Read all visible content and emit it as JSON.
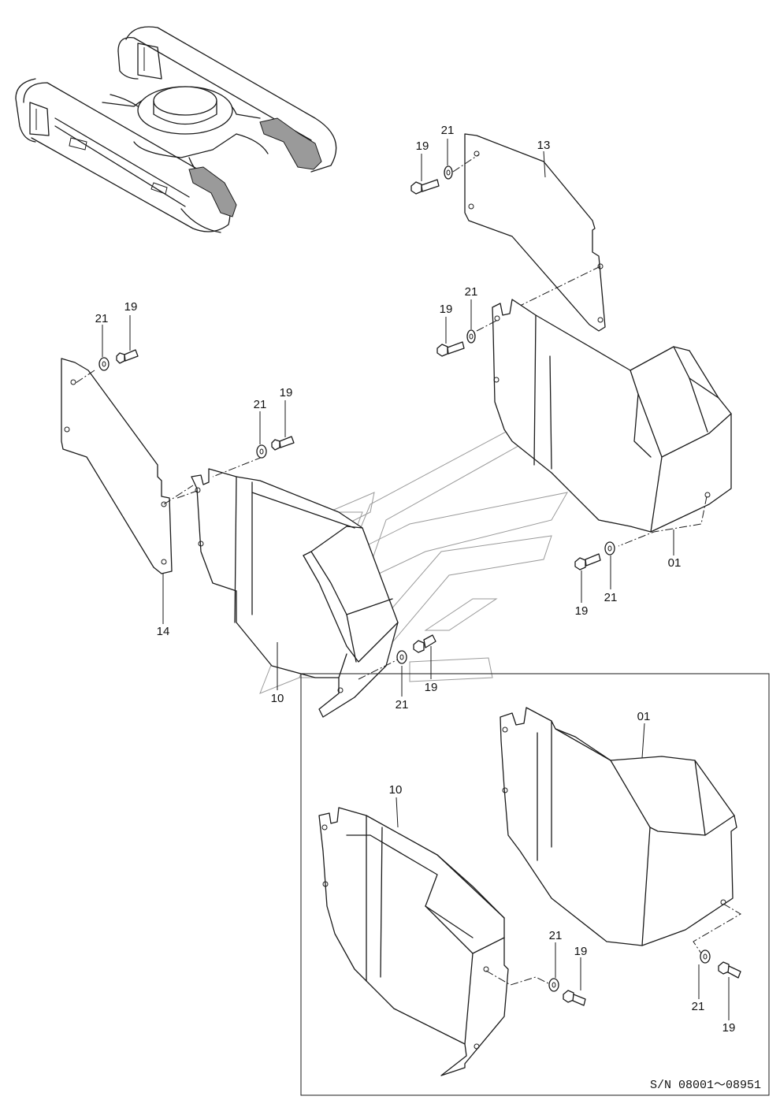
{
  "labels": {
    "p13": "13",
    "p19": "19",
    "p21": "21",
    "p14": "14",
    "p10": "10",
    "p01": "01"
  },
  "serial_note": "S/N 08001～08951",
  "colors": {
    "line": "#1a1a1a",
    "watermark": "#9a9a9a",
    "background": "#ffffff"
  }
}
